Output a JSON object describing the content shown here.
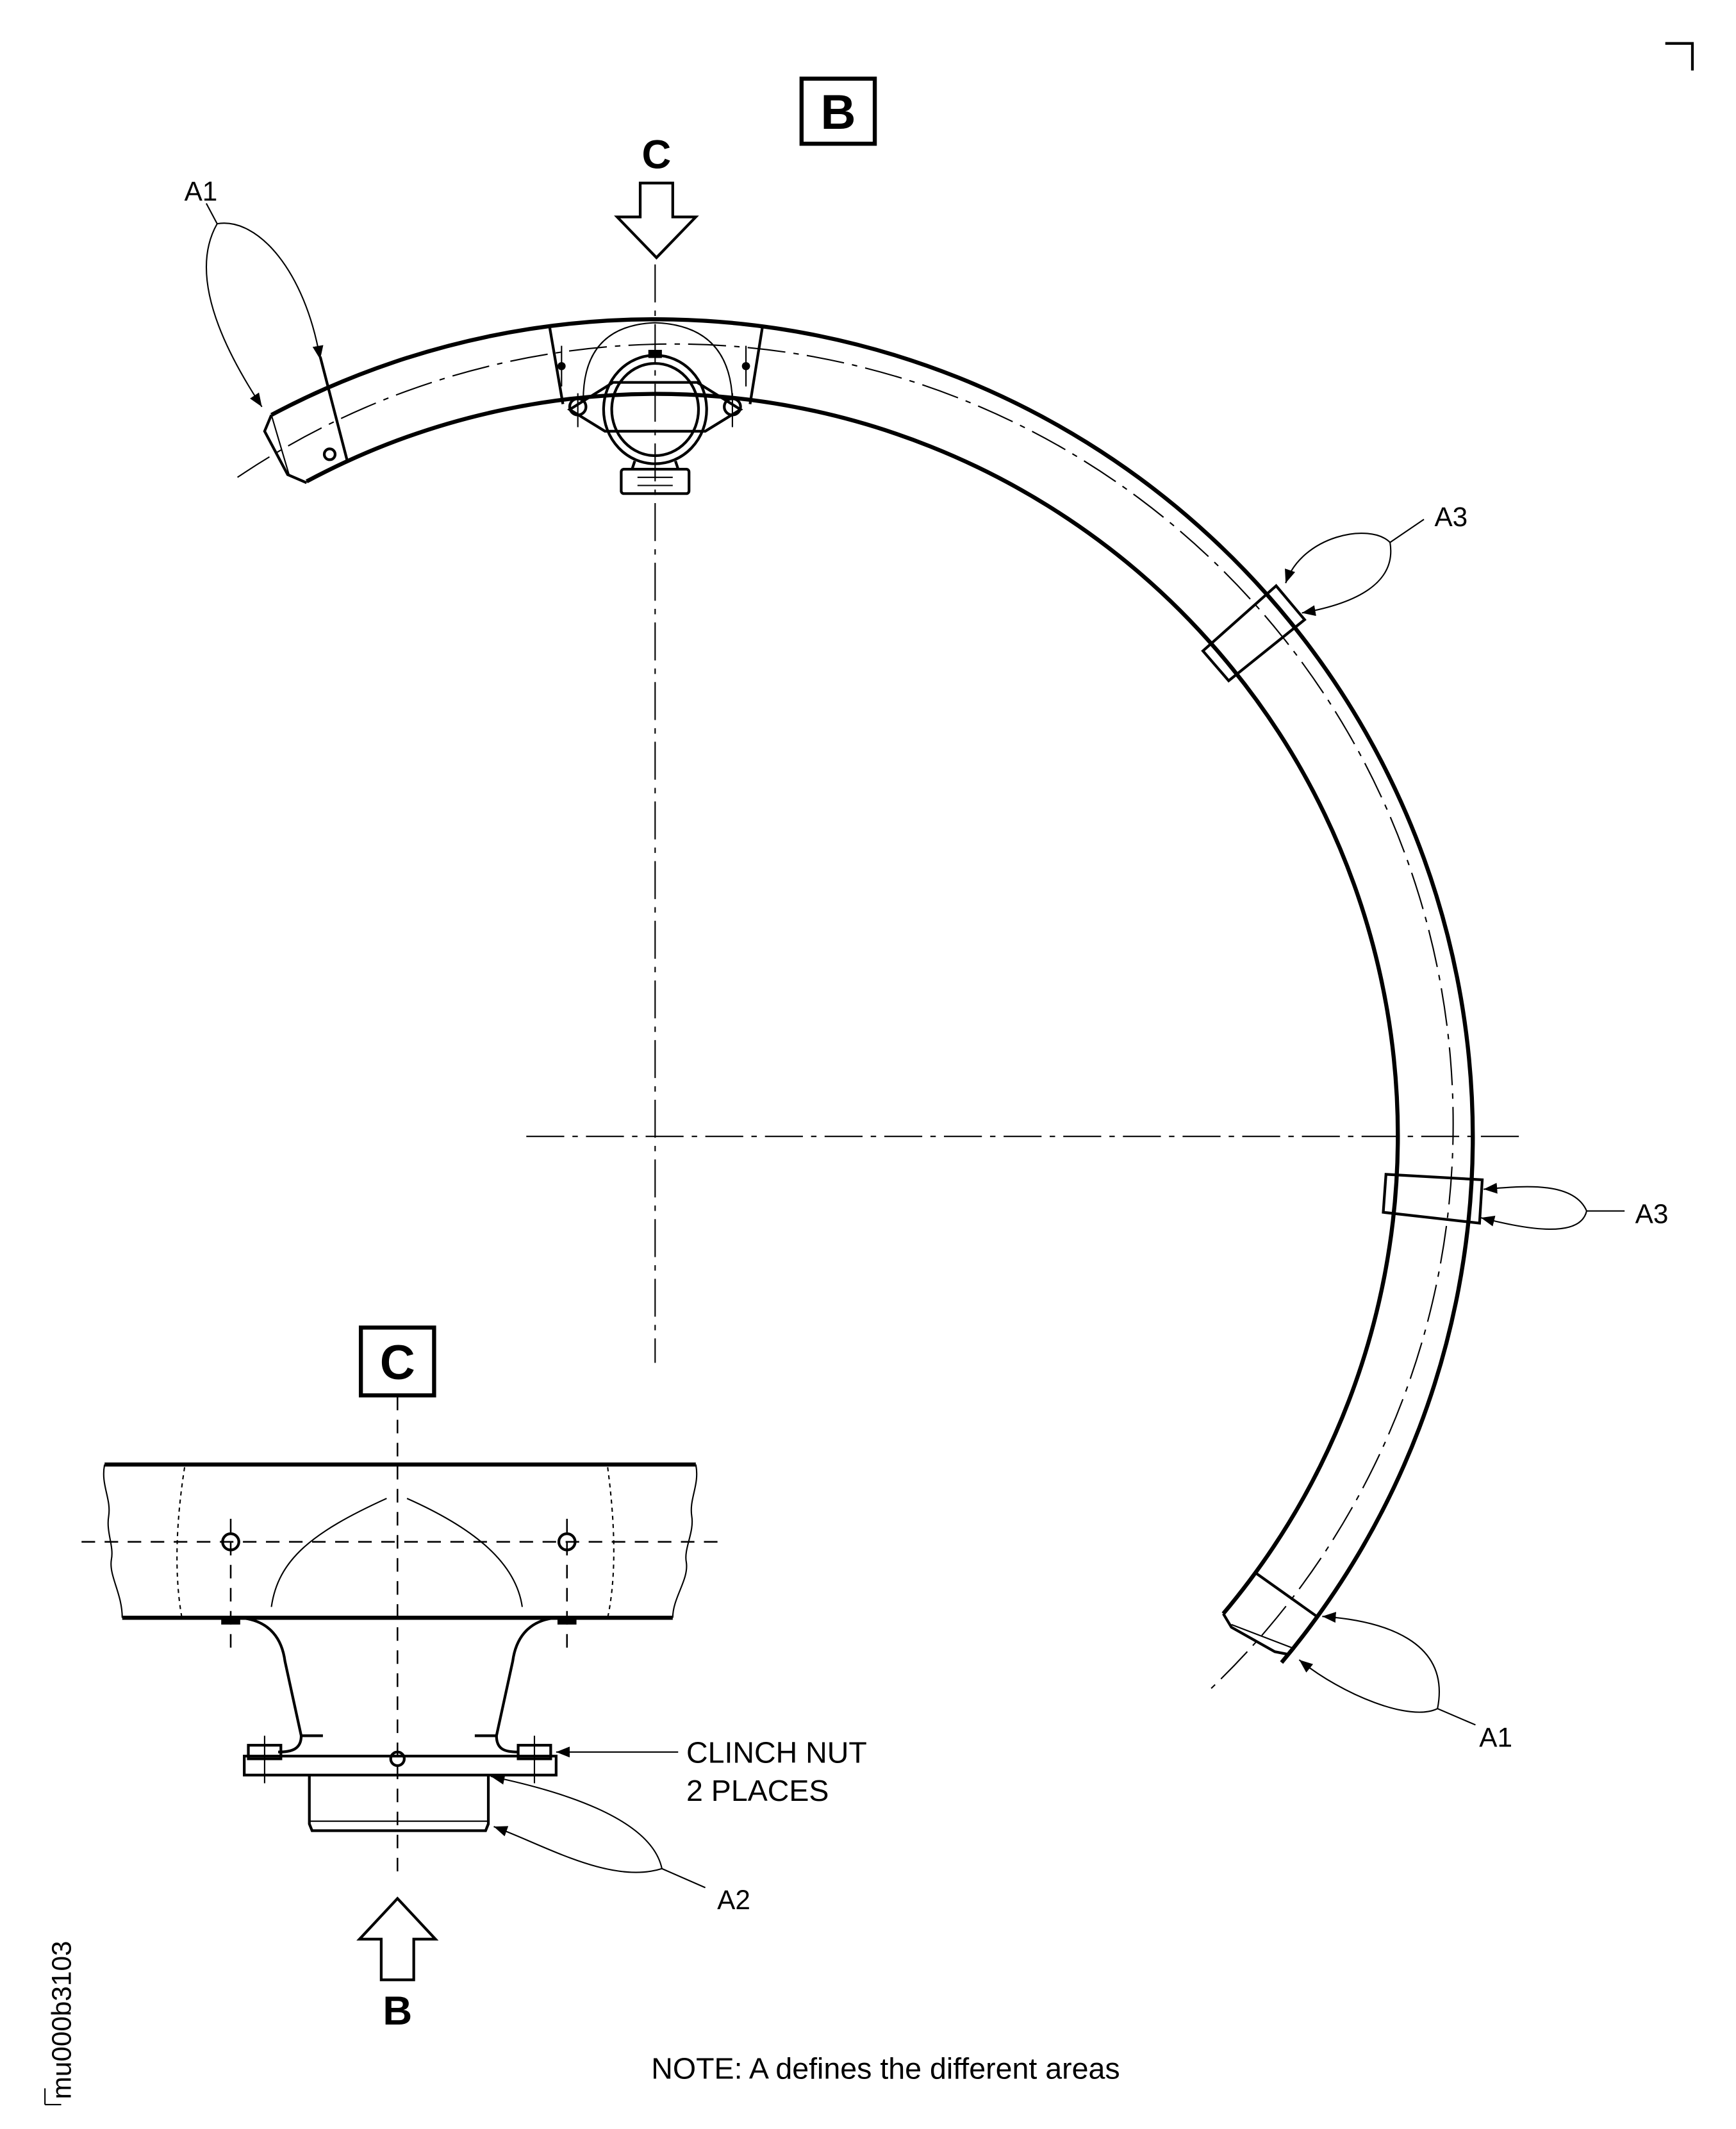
{
  "view_b": {
    "view_label": "B",
    "arrow_label": "C",
    "callouts": {
      "a1_top": "A1",
      "a3_upper": "A3",
      "a3_lower": "A3",
      "a1_bottom": "A1"
    }
  },
  "view_c": {
    "view_label": "C",
    "clinch_nut_line1": "CLINCH NUT",
    "clinch_nut_line2": "2 PLACES",
    "callout_a2": "A2",
    "arrow_label": "B"
  },
  "note": "NOTE: A defines the different areas",
  "figure_id": "mu000b3103"
}
